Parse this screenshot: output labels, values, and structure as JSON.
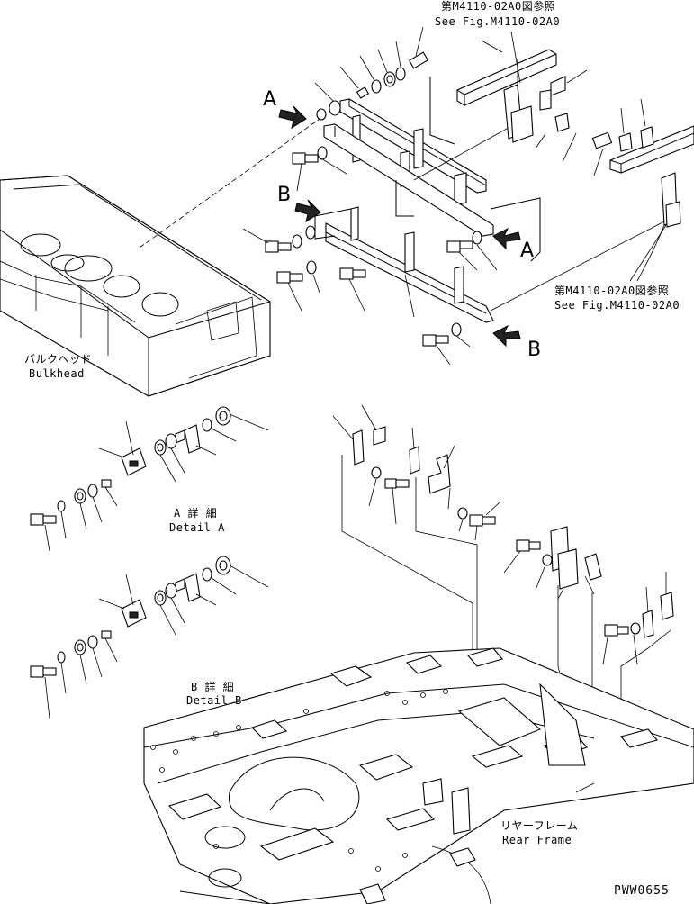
{
  "labels": {
    "see_fig_top_jp": "第M4110-02A0図参照",
    "see_fig_top_en": "See Fig.M4110-02A0",
    "see_fig_right_jp": "第M4110-02A0図参照",
    "see_fig_right_en": "See Fig.M4110-02A0",
    "bulkhead_jp": "バルクヘッド",
    "bulkhead_en": "Bulkhead",
    "detail_a_jp": "A 詳 細",
    "detail_a_en": "Detail A",
    "detail_b_jp": "B 詳 細",
    "detail_b_en": "Detail B",
    "rear_frame_jp": "リヤーフレーム",
    "rear_frame_en": "Rear Frame"
  },
  "view_markers": {
    "a_left": "A",
    "a_right": "A",
    "b_left": "B",
    "b_right": "B"
  },
  "drawing_code": "PWW0655"
}
